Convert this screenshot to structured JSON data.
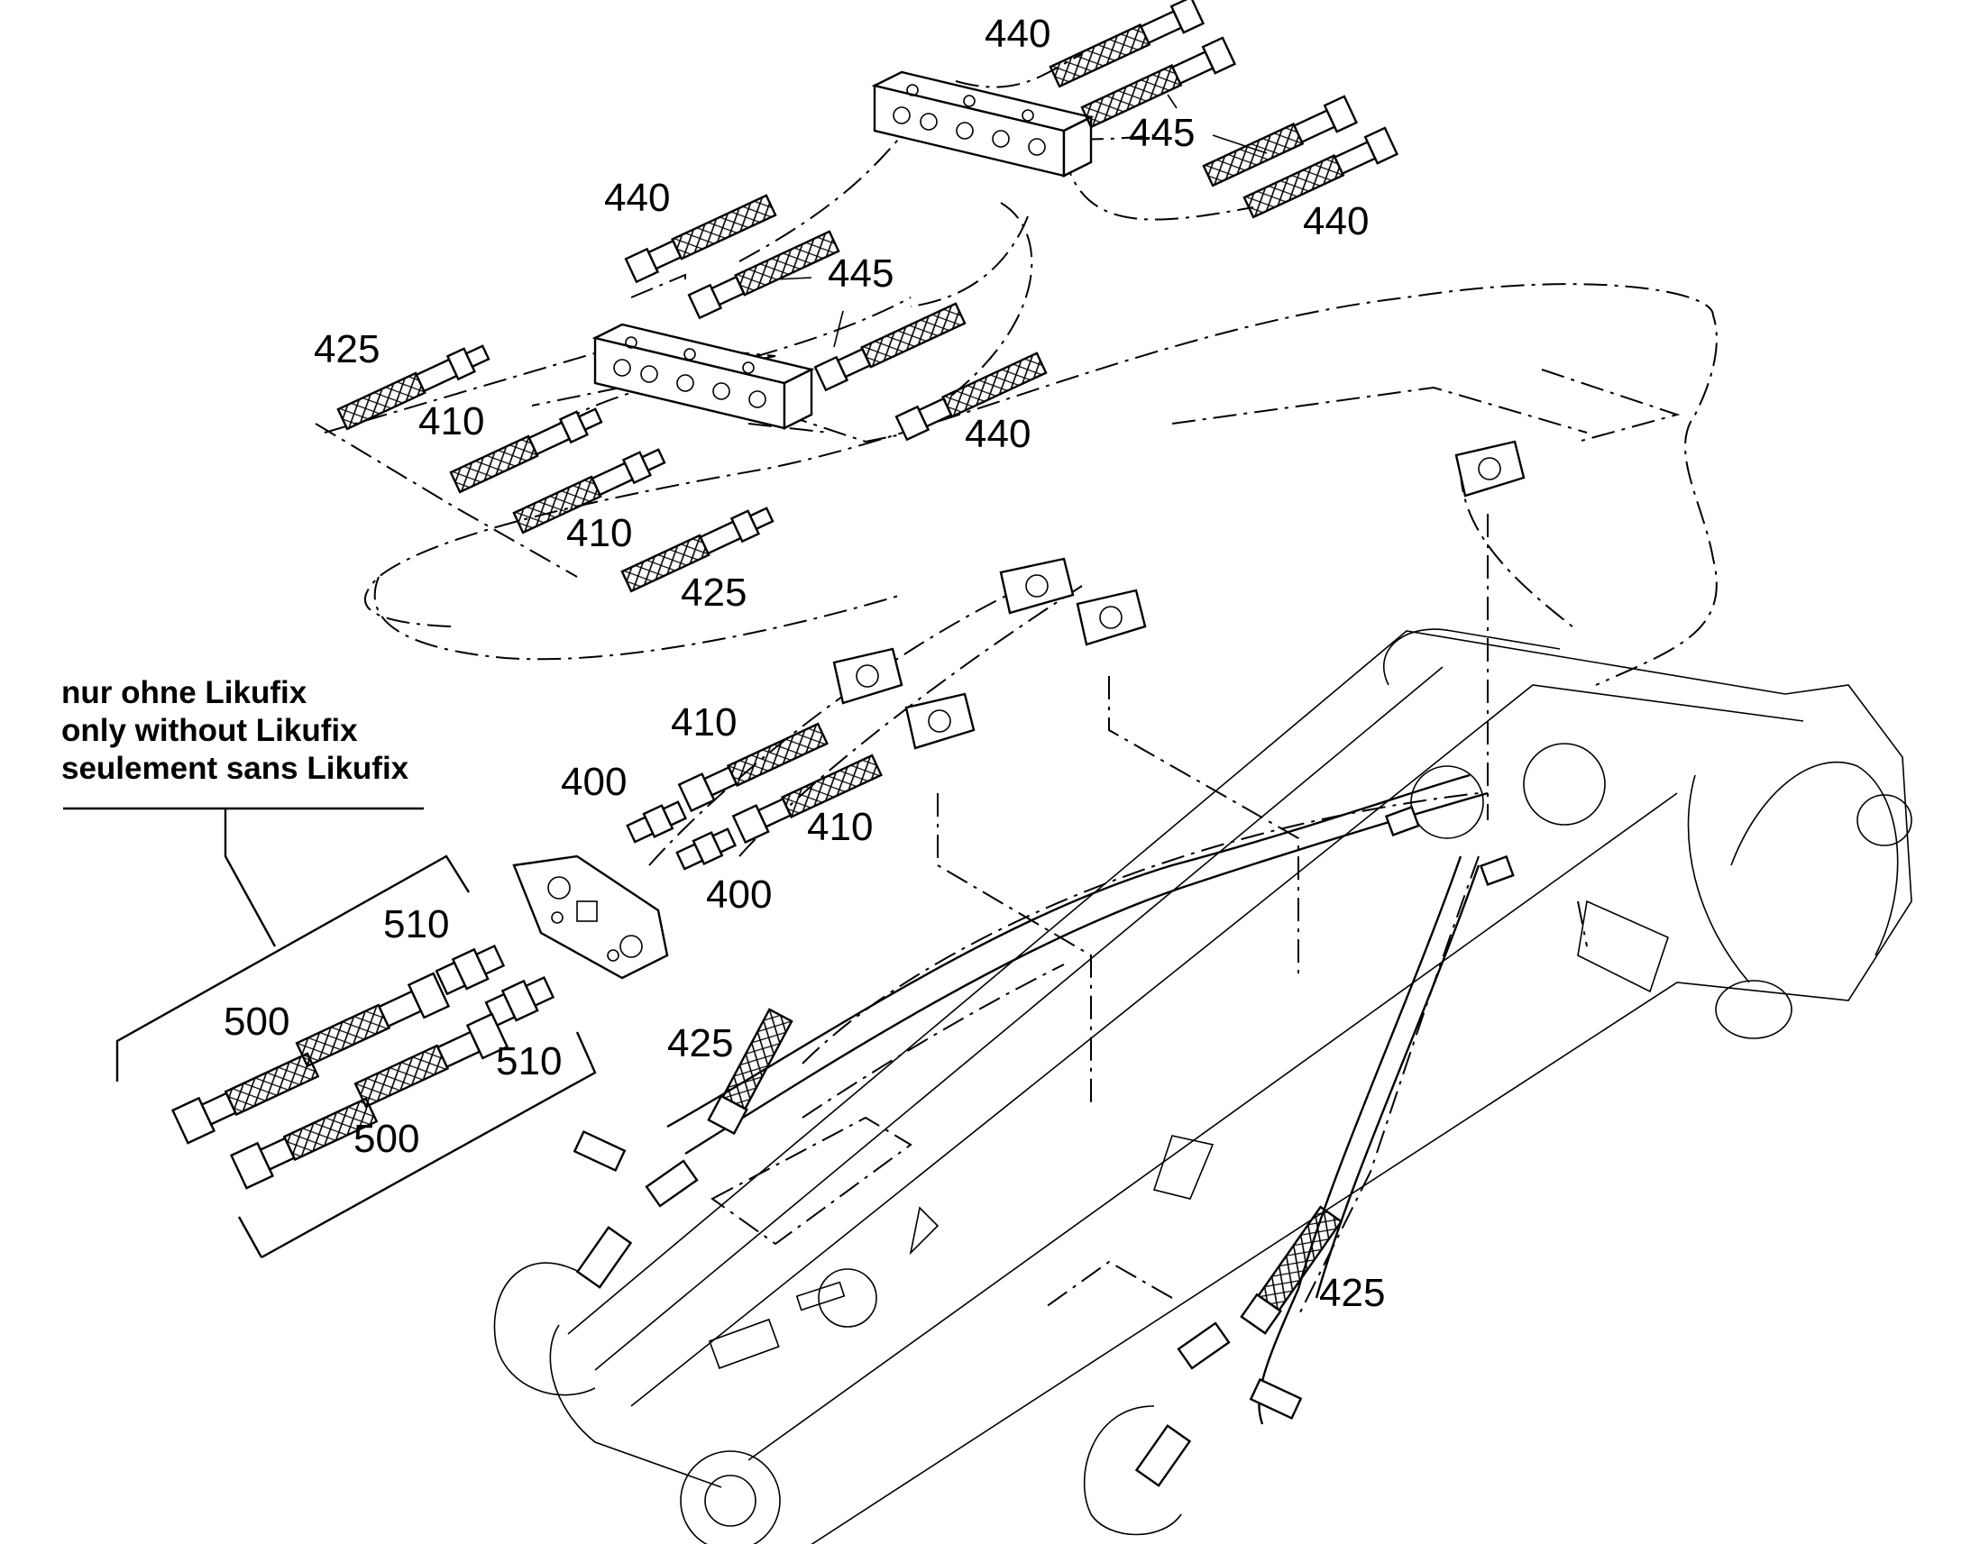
{
  "note": {
    "lines": [
      "nur ohne Likufix",
      "only without Likufix",
      "seulement sans Likufix"
    ]
  },
  "callouts": {
    "c440_top": "440",
    "c445_right": "445",
    "c440_right": "440",
    "c440_left": "440",
    "c445_mid": "445",
    "c440_mid": "440",
    "c425_top": "425",
    "c410_a": "410",
    "c410_b": "410",
    "c425_b": "425",
    "c410_c": "410",
    "c400_a": "400",
    "c410_d": "410",
    "c400_b": "400",
    "c510_a": "510",
    "c500_a": "500",
    "c510_b": "510",
    "c500_b": "500",
    "c425_c": "425",
    "c425_d": "425"
  }
}
